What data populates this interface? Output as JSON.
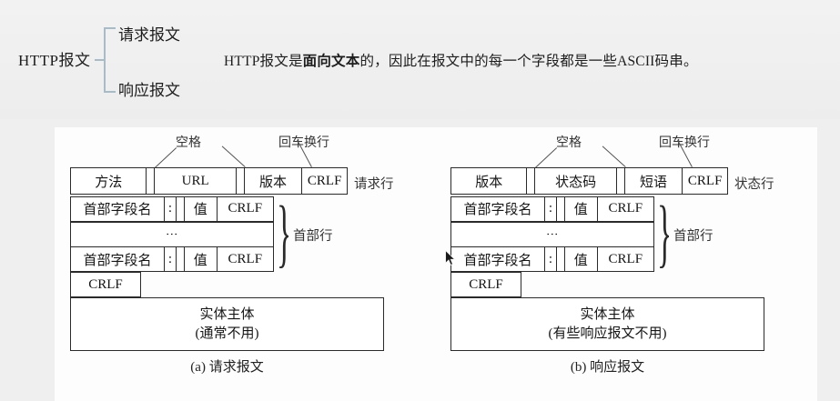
{
  "top": {
    "tree": {
      "root_label": "HTTP报文",
      "children": [
        "请求报文",
        "响应报文"
      ]
    },
    "sentence": {
      "before": "HTTP报文是",
      "emphasis": "面向文本",
      "after": "的，因此在报文中的每一个字段都是一些ASCII码串。"
    }
  },
  "figure": {
    "diagrams": [
      {
        "id": "request",
        "caption": "(a) 请求报文",
        "annotations": {
          "space": "空格",
          "crlf": "回车换行"
        },
        "first_line": {
          "side_label": "请求行",
          "cells": [
            "方法",
            "",
            "URL",
            "",
            "版本",
            "CRLF"
          ]
        },
        "header": {
          "brace_glyph": "}",
          "label": "首部行",
          "row_cells": [
            "首部字段名",
            ":",
            "",
            "值",
            "CRLF"
          ],
          "dots": "⋮"
        },
        "empty_line": "CRLF",
        "body": {
          "title": "实体主体",
          "note": "(通常不用)"
        }
      },
      {
        "id": "response",
        "caption": "(b) 响应报文",
        "annotations": {
          "space": "空格",
          "crlf": "回车换行"
        },
        "first_line": {
          "side_label": "状态行",
          "cells": [
            "版本",
            "",
            "状态码",
            "",
            "短语",
            "CRLF"
          ]
        },
        "header": {
          "brace_glyph": "}",
          "label": "首部行",
          "row_cells": [
            "首部字段名",
            ":",
            "",
            "值",
            "CRLF"
          ],
          "dots": "⋮"
        },
        "empty_line": "CRLF",
        "body": {
          "title": "实体主体",
          "note": "(有些响应报文不用)"
        }
      }
    ]
  },
  "colors": {
    "page_background": "#efefef",
    "panel_background": "#fdfdfd",
    "box_stroke": "#2a2a2a",
    "tree_brace": "#a8bcc8",
    "text": "#151515"
  }
}
